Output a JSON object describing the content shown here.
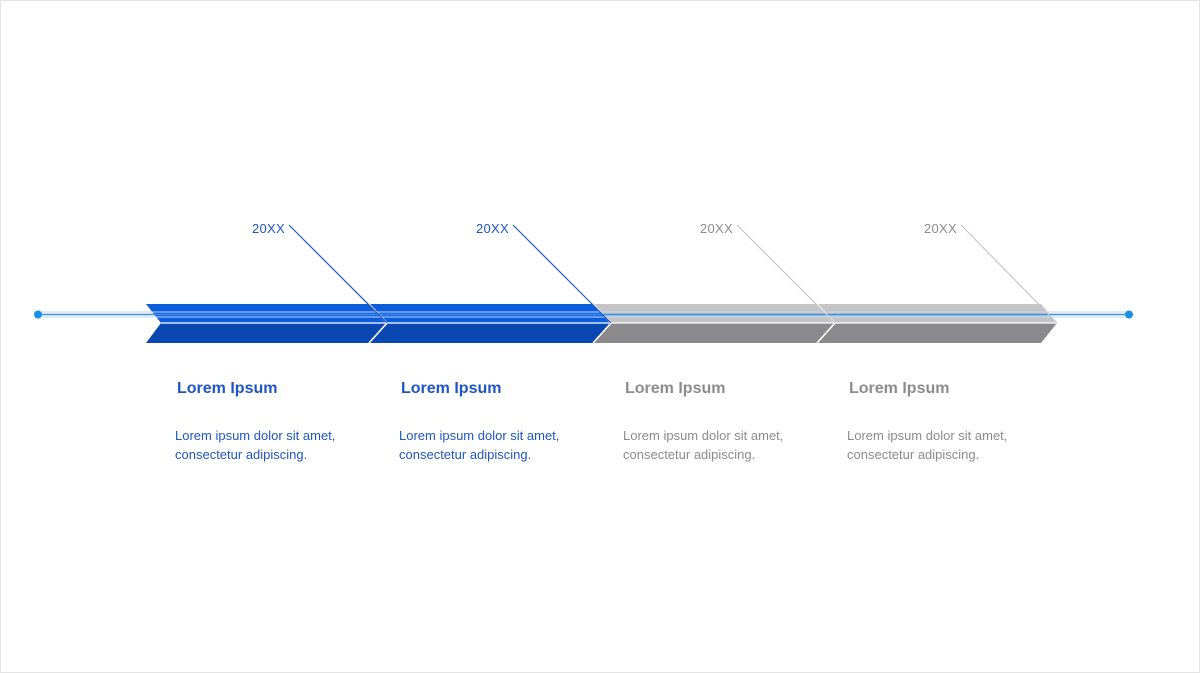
{
  "colors": {
    "active_top": "#0b5ddc",
    "active_bottom": "#0a47b0",
    "active_text": "#1f56c3",
    "inactive_top": "#c4c4c6",
    "inactive_bottom": "#8a8a8c",
    "inactive_text": "#8c8c8c",
    "inactive_connector": "#c8c8c8",
    "axis_line": "#3f8de8",
    "axis_dot": "#1a8fe6"
  },
  "stages": [
    {
      "year": "20XX",
      "title": "Lorem Ipsum",
      "description": "Lorem ipsum dolor sit amet, consectetur adipiscing.",
      "active": true
    },
    {
      "year": "20XX",
      "title": "Lorem Ipsum",
      "description": "Lorem ipsum dolor sit amet, consectetur adipiscing.",
      "active": true
    },
    {
      "year": "20XX",
      "title": "Lorem Ipsum",
      "description": "Lorem ipsum dolor sit amet, consectetur adipiscing.",
      "active": false
    },
    {
      "year": "20XX",
      "title": "Lorem Ipsum",
      "description": "Lorem ipsum dolor sit amet, consectetur adipiscing.",
      "active": false
    }
  ]
}
